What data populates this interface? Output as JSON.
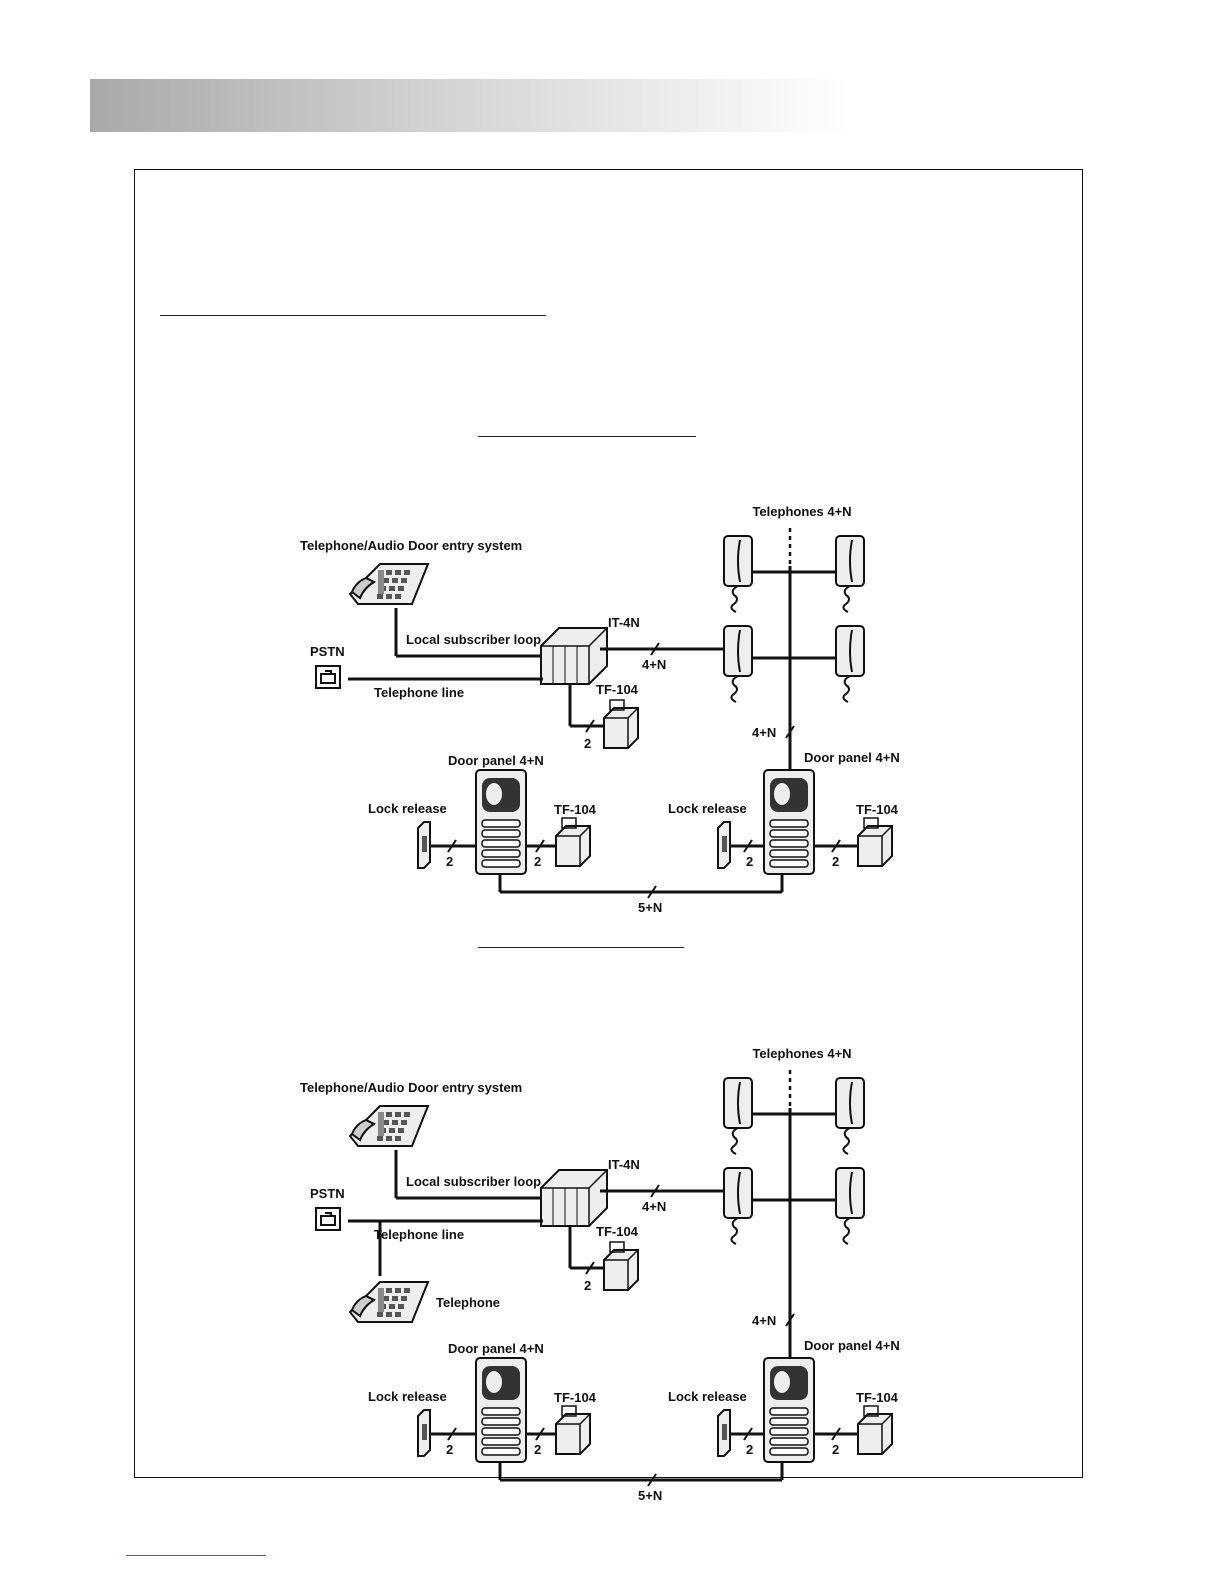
{
  "colors": {
    "line": "#111111",
    "device_fill": "#eeeeee",
    "header_band_start": "#a9a9a9",
    "footer_link": "#3b5bdb"
  },
  "diagrams": [
    {
      "telephones_label": "Telephones 4+N",
      "system_label": "Telephone/Audio Door entry system",
      "local_loop_label": "Local subscriber loop",
      "interface_label": "IT-4N",
      "bus_label_main": "4+N",
      "pstn_label": "PSTN",
      "telephone_line_label": "Telephone line",
      "tf_label_interface": "TF-104",
      "wires_tf_interface": "2",
      "bus_label_vertical": "4+N",
      "door_panel_left_label": "Door panel 4+N",
      "door_panel_right_label": "Door panel 4+N",
      "lock_release_left_label": "Lock release",
      "lock_release_right_label": "Lock release",
      "tf_left_label": "TF-104",
      "tf_right_label": "TF-104",
      "wires_lock_left": "2",
      "wires_tf_left": "2",
      "wires_lock_right": "2",
      "wires_tf_right": "2",
      "bus_label_bottom": "5+N",
      "extra_telephone_label": ""
    },
    {
      "telephones_label": "Telephones 4+N",
      "system_label": "Telephone/Audio Door entry system",
      "local_loop_label": "Local subscriber loop",
      "interface_label": "IT-4N",
      "bus_label_main": "4+N",
      "pstn_label": "PSTN",
      "telephone_line_label": "Telephone line",
      "tf_label_interface": "TF-104",
      "wires_tf_interface": "2",
      "bus_label_vertical": "4+N",
      "door_panel_left_label": "Door panel 4+N",
      "door_panel_right_label": "Door panel 4+N",
      "lock_release_left_label": "Lock release",
      "lock_release_right_label": "Lock release",
      "tf_left_label": "TF-104",
      "tf_right_label": "TF-104",
      "wires_lock_left": "2",
      "wires_tf_left": "2",
      "wires_lock_right": "2",
      "wires_tf_right": "2",
      "bus_label_bottom": "5+N",
      "extra_telephone_label": "Telephone"
    }
  ]
}
